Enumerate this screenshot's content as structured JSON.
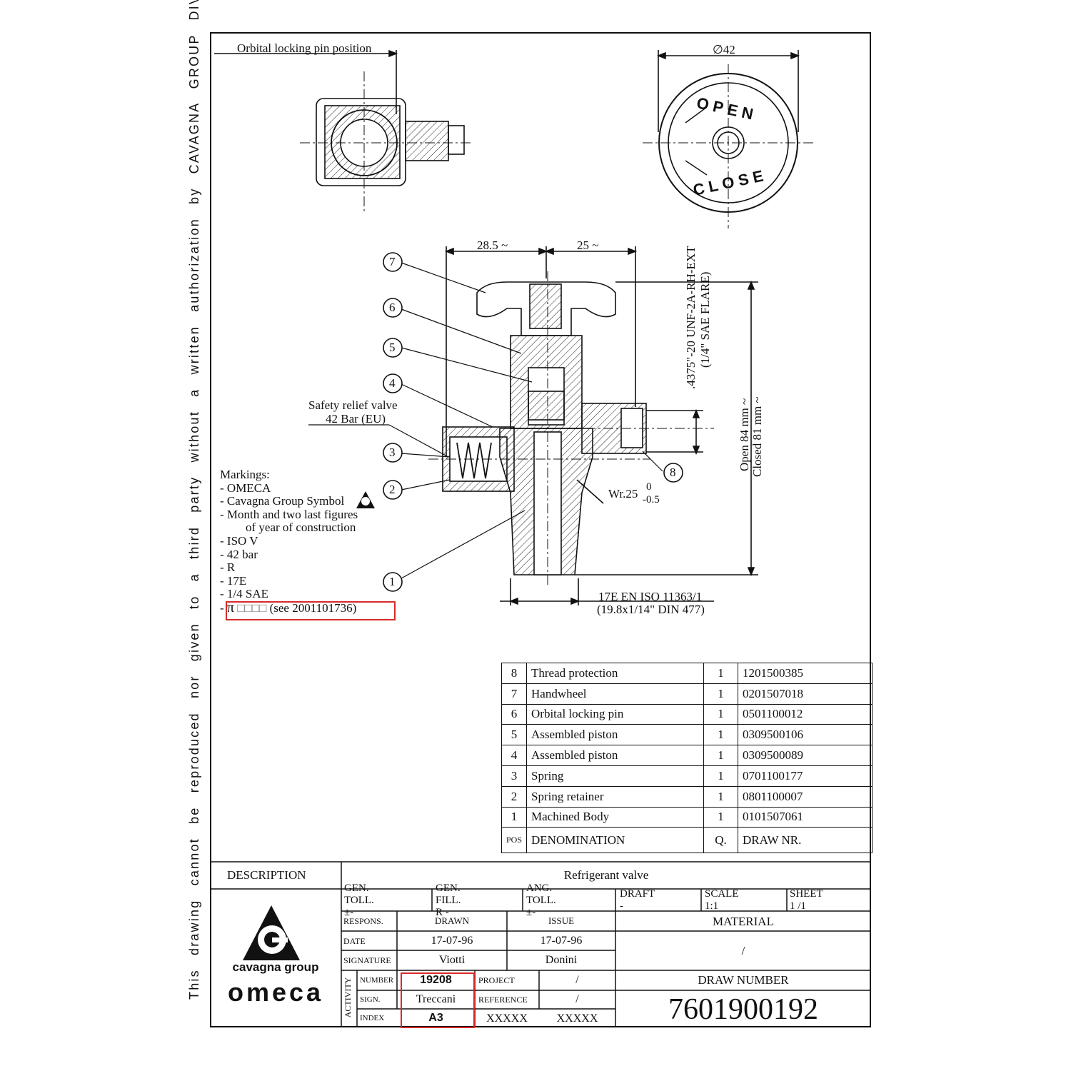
{
  "copyright": "This drawing cannot be reproduced nor given to a third party without a written authorization by CAVAGNA GROUP DIV. OMECA S.p.a (ITALY)",
  "views": {
    "top_left_label": "Orbital locking pin position",
    "diameter": "∅42",
    "open_label": "OPEN",
    "close_label": "CLOSE"
  },
  "dimensions": {
    "d1": "28.5 ~",
    "d2": "25 ~",
    "thread_1": ".4375\"-20 UNF-2A-RH-EXT",
    "thread_2": "(1/4\" SAE FLARE)",
    "open": "Open 84 mm ~",
    "closed": "Closed 81 mm ~",
    "wr": "Wr.25",
    "wr_upper": "0",
    "wr_lower": "-0.5",
    "bottom_1": "17E EN ISO 11363/1",
    "bottom_2": "(19.8x1/14\" DIN 477)",
    "relief_1": "Safety relief valve",
    "relief_2": "42 Bar (EU)"
  },
  "balloons": [
    "1",
    "2",
    "3",
    "4",
    "5",
    "6",
    "7",
    "8"
  ],
  "markings": {
    "title": "Markings:",
    "items": [
      "- OMECA",
      "- Cavagna Group Symbol",
      "- Month and two last figures",
      "of year of construction",
      "- ISO V",
      "- 42 bar",
      "- R",
      "- 17E",
      "- 1/4 SAE"
    ],
    "last_prefix": "-",
    "last_symbol": "π",
    "last_boxes": "□□□□",
    "last_ref": "(see 2001101736)"
  },
  "bom": {
    "rows": [
      {
        "pos": "8",
        "name": "Thread protection",
        "qty": "1",
        "draw": "1201500385"
      },
      {
        "pos": "7",
        "name": "Handwheel",
        "qty": "1",
        "draw": "0201507018"
      },
      {
        "pos": "6",
        "name": "Orbital locking pin",
        "qty": "1",
        "draw": "0501100012"
      },
      {
        "pos": "5",
        "name": "Assembled piston",
        "qty": "1",
        "draw": "0309500106"
      },
      {
        "pos": "4",
        "name": "Assembled piston",
        "qty": "1",
        "draw": "0309500089"
      },
      {
        "pos": "3",
        "name": "Spring",
        "qty": "1",
        "draw": "0701100177"
      },
      {
        "pos": "2",
        "name": "Spring retainer",
        "qty": "1",
        "draw": "0801100007"
      },
      {
        "pos": "1",
        "name": "Machined Body",
        "qty": "1",
        "draw": "0101507061"
      }
    ],
    "header": {
      "pos": "POS",
      "name": "DENOMINATION",
      "qty": "Q.",
      "draw": "DRAW NR."
    }
  },
  "title_block": {
    "description_label": "DESCRIPTION",
    "description": "Refrigerant valve",
    "gen_toll": "GEN. TOLL. ±-",
    "gen_fill": "GEN. FILL. R -",
    "ang_toll": "ANG. TOLL. ±-",
    "draft": "DRAFT -",
    "scale": "SCALE 1:1",
    "sheet": "SHEET 1 /1",
    "respons": "RESPONS.",
    "drawn": "DRAWN",
    "issue": "ISSUE",
    "material_label": "MATERIAL",
    "date_label": "DATE",
    "date_drawn": "17-07-96",
    "date_issue": "17-07-96",
    "material": "/",
    "signature_label": "SIGNATURE",
    "sig_drawn": "Viotti",
    "sig_issue": "Donini",
    "activity": "ACTIVITY",
    "number_label": "NUMBER",
    "number": "19208",
    "project_label": "PROJECT",
    "project": "/",
    "draw_number_label": "DRAW NUMBER",
    "sign_label": "SIGN.",
    "sign": "Treccani",
    "reference_label": "REFERENCE",
    "reference": "/",
    "index_label": "INDEX",
    "index": "A3",
    "x1": "XXXXX",
    "x2": "XXXXX",
    "draw_number": "7601900192",
    "brand_1": "cavagna group",
    "brand_2": "omeca"
  },
  "colors": {
    "highlight": "#d62a2a"
  }
}
